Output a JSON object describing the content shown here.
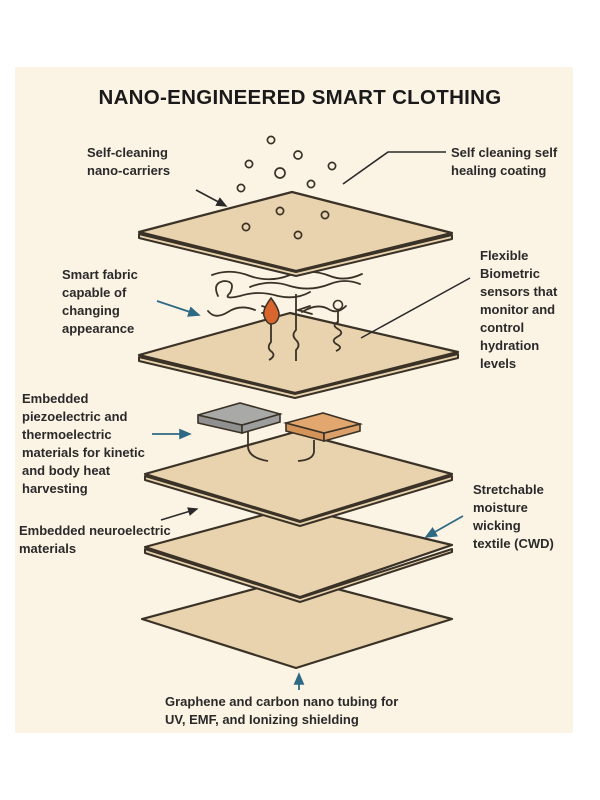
{
  "title": "NANO-ENGINEERED SMART CLOTHING",
  "colors": {
    "panel": "#fbf3e4",
    "layer_fill": "#e8d3ae",
    "outline": "#3a3226",
    "pointer_accent": "#2f6a84",
    "piezo_block": "#a9aaa8",
    "thermo_block": "#e2a76f",
    "color_drop": "#d9652e"
  },
  "annotations": {
    "nano_carriers": "Self-cleaning\nnano-carriers",
    "coating": "Self cleaning self\nhealing coating",
    "smart_fabric": "Smart fabric\ncapable of\nchanging\nappearance",
    "biometric": "Flexible\nBiometric\nsensors that\nmonitor and\ncontrol\nhydration\nlevels",
    "energy_harvesting": "Embedded\npiezoelectric and\nthermoelectric\nmaterials for kinetic\nand body  heat\nharvesting",
    "neuroelectric": "Embedded neuroelectric\nmaterials",
    "wicking_textile": "Stretchable\nmoisture\nwicking\ntextile (CWD)",
    "shielding": "Graphene and carbon nano tubing for\nUV, EMF, and Ionizing shielding"
  },
  "layers": [
    {
      "name": "coating-layer"
    },
    {
      "name": "smart-fabric-layer"
    },
    {
      "name": "energy-harvesting-layer"
    },
    {
      "name": "neuroelectric-layer"
    },
    {
      "name": "shielding-layer"
    }
  ]
}
